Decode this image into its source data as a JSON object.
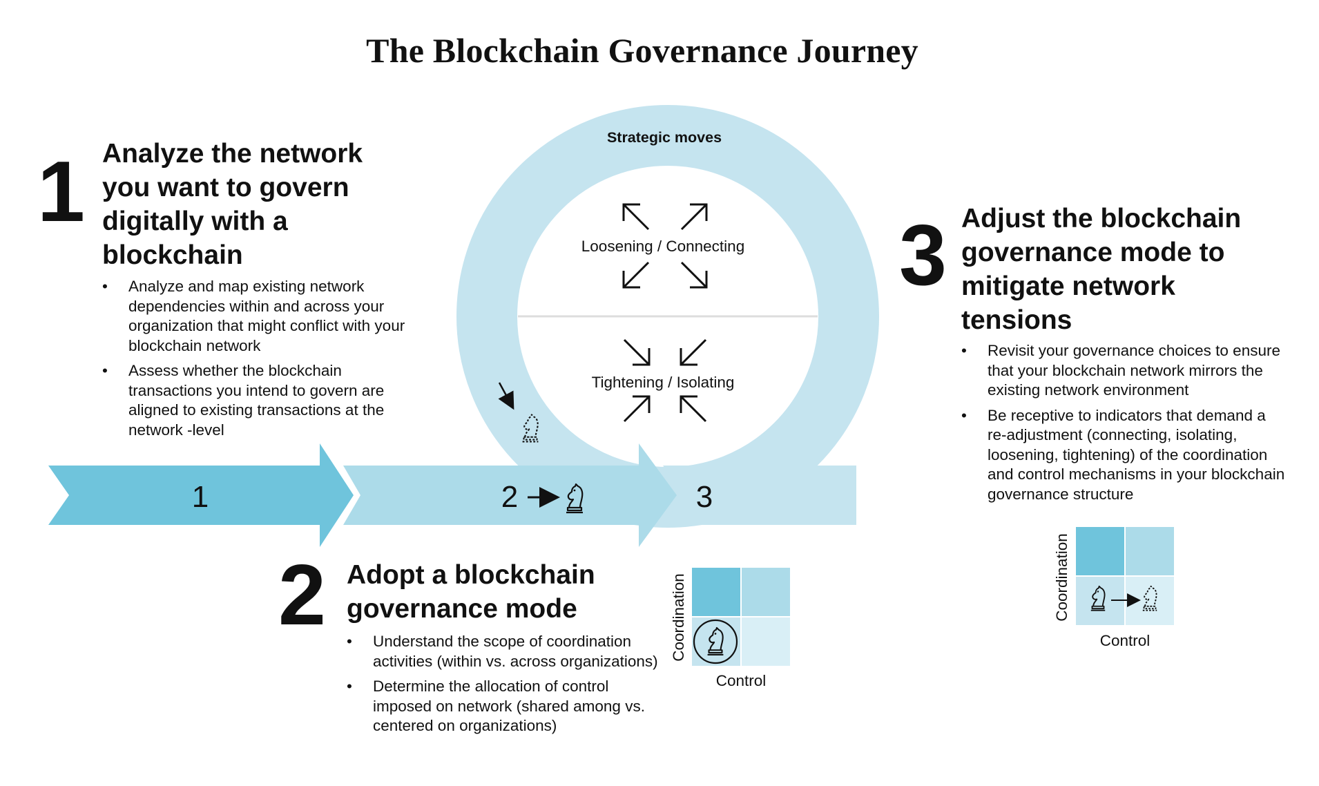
{
  "title": "The Blockchain Governance Journey",
  "colors": {
    "arrow_dark": "#6fc4dc",
    "arrow_light": "#acdbe9",
    "ring": "#c5e4ef",
    "cell_dark": "#6fc4dc",
    "cell_mid": "#acdbe9",
    "cell_light": "#d9eff6"
  },
  "steps": [
    {
      "number": "1",
      "heading": [
        "Analyze the network",
        "you want to govern",
        "digitally with a",
        "blockchain"
      ],
      "bullets": [
        "Analyze and map existing network dependencies within and across your organization that might conflict with your blockchain network",
        "Assess whether the blockchain transactions you intend to govern are aligned to existing transactions at the network -level"
      ]
    },
    {
      "number": "2",
      "heading": [
        "Adopt a blockchain",
        "governance mode"
      ],
      "bullets": [
        "Understand the scope of coordination activities (within vs. across organizations)",
        "Determine the allocation of control imposed on network (shared among vs. centered on organizations)"
      ]
    },
    {
      "number": "3",
      "heading": [
        "Adjust the blockchain",
        "governance mode to",
        "mitigate network",
        "tensions"
      ],
      "bullets": [
        "Revisit your governance choices to ensure that your blockchain network mirrors the existing network environment",
        "Be receptive to indicators that demand a re-adjustment (connecting, isolating, loosening, tightening) of the coordination and control mechanisms in your blockchain governance structure"
      ]
    }
  ],
  "journey_arrows": {
    "one": "1",
    "two": "2",
    "three": "3"
  },
  "ring": {
    "label": "Strategic moves",
    "top_label": "Loosening / Connecting",
    "bottom_label": "Tightening / Isolating"
  },
  "matrix": {
    "y_label": "Coordination",
    "x_label": "Control"
  },
  "icons": {
    "knight": "chess-knight-icon",
    "knight_dashed": "dashed-chess-knight-icon",
    "expand": "diagonal-arrows-outward-icon",
    "contract": "diagonal-arrows-inward-icon"
  }
}
